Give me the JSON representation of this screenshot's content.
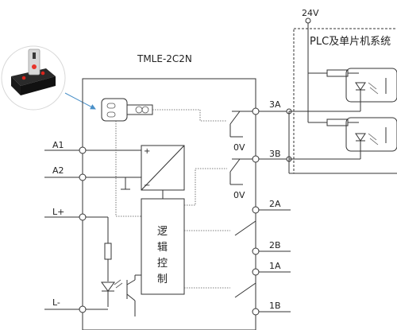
{
  "diagram": {
    "title": "TMLE-2C2N",
    "supply_label": "24V",
    "plc_label": "PLC及单片机系统",
    "inputs": {
      "a1": "A1",
      "a2": "A2",
      "l_plus": "L+",
      "l_minus": "L-"
    },
    "outputs": {
      "o3a": "3A",
      "o3b": "3B",
      "o2a": "2A",
      "o2b": "2B",
      "o1a": "1A",
      "o1b": "1B"
    },
    "ov_labels": [
      "0V",
      "0V"
    ],
    "logic_label": [
      "逻",
      "辑",
      "控",
      "制"
    ],
    "colors": {
      "wire": "#333333",
      "arrow": "#4a90c8",
      "photo_bg": "#ffffff"
    }
  }
}
